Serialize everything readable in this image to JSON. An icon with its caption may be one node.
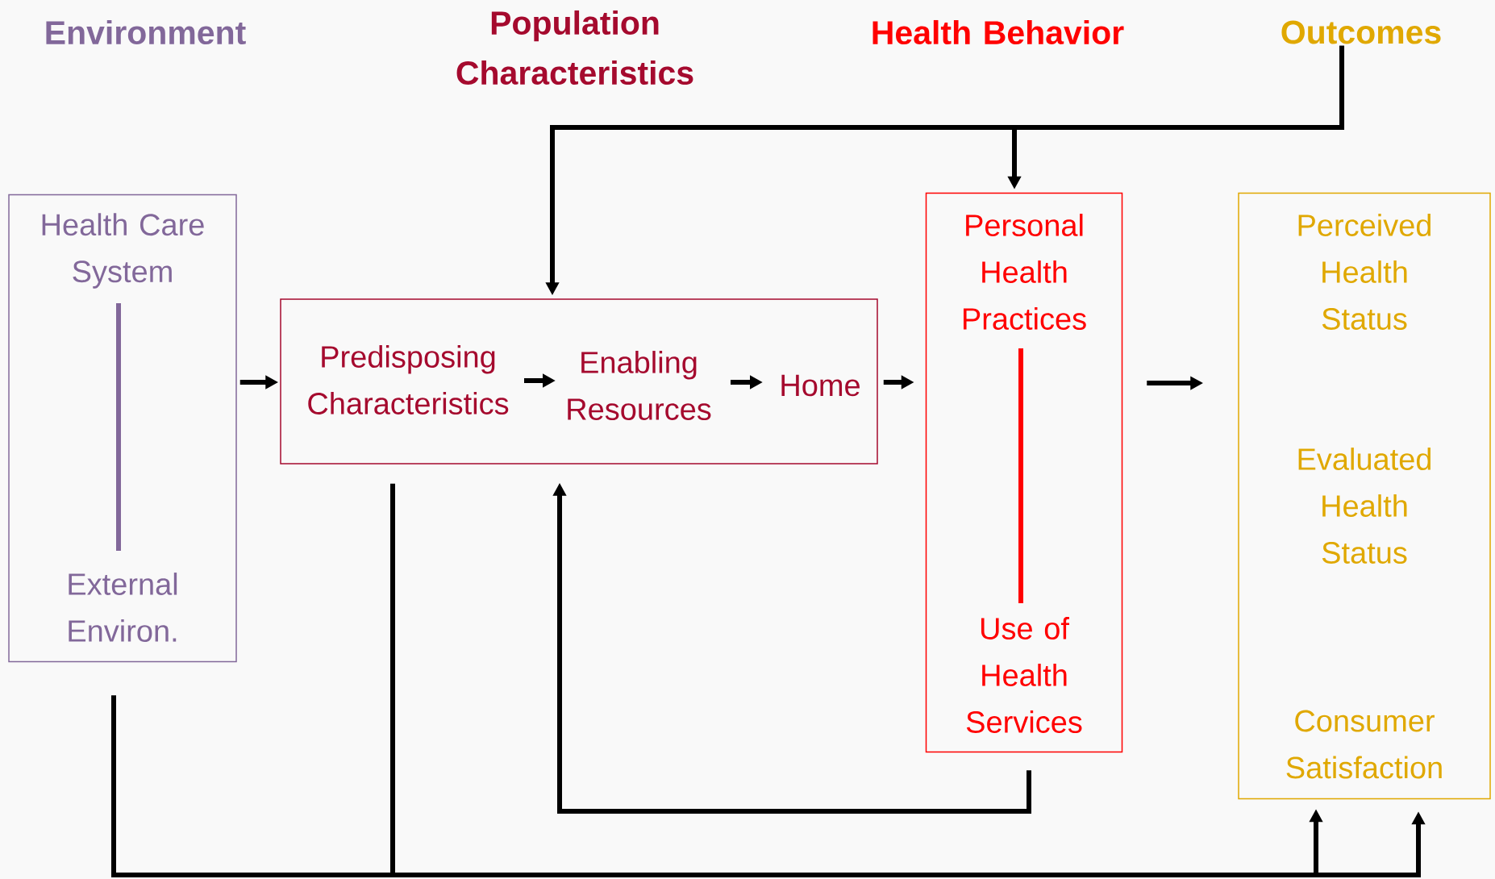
{
  "diagram": {
    "nodes": [
      {
        "text": [
          "Health Care System",
          "External Environ."
        ]
      },
      {
        "text": [],
        "shape": "box"
      },
      {
        "text": [
          "Predisposing Characteristics"
        ],
        "in": 1
      },
      {
        "text": [
          "Enabling Resources"
        ],
        "in": 1
      },
      {
        "text": [
          "Home"
        ],
        "in": 1
      },
      {
        "text": [
          "Personal Health Practices",
          "Use of Health Services"
        ]
      },
      {
        "text": [
          "Perceived Health Status",
          "Evaluated Health Status",
          "Consumer Satisfaction"
        ]
      },
      {
        "text": [
          "Outcomes"
        ]
      }
    ],
    "edges": [
      {
        "from": 0,
        "to": 1,
        "arrow": "to"
      },
      {
        "from": 2,
        "to": 3,
        "arrow": "to"
      },
      {
        "from": 3,
        "to": 4,
        "arrow": "to"
      },
      {
        "from": 1,
        "to": 5,
        "arrow": "to"
      },
      {
        "from": 5,
        "to": 6,
        "arrow": "to"
      },
      {
        "from": 7,
        "to": 1,
        "arrow": "to"
      },
      {
        "from": 7,
        "to": 5,
        "arrow": "to"
      },
      {
        "from": 5,
        "to": 1,
        "arrow": "to"
      },
      {
        "from": 0,
        "to": 6,
        "arrow": "to"
      },
      {
        "from": 1,
        "to": 6,
        "arrow": "to"
      }
    ],
    "labels": [
      "Environment",
      "Population Characteristics",
      "Health Behavior"
    ]
  }
}
